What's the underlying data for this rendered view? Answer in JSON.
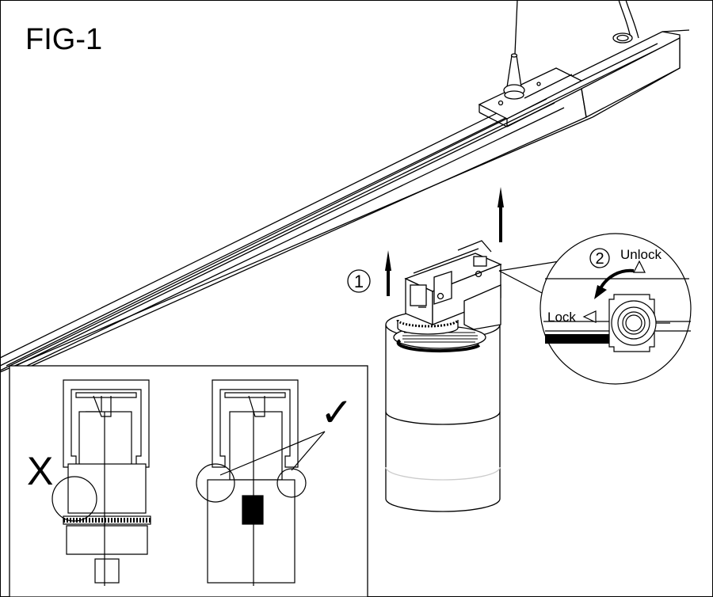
{
  "figure": {
    "title": "FIG-1",
    "steps": {
      "step1": "1",
      "step2": "2"
    },
    "labels": {
      "unlock": "Unlock",
      "lock": "Lock"
    },
    "marks": {
      "wrong": "X",
      "correct": "✓"
    }
  },
  "icons": {
    "up-arrow": "arrow-up-icon",
    "rotate-arrow": "rotate-arrow-icon",
    "lock-pointer": "triangle-pointer-icon"
  },
  "colors": {
    "line": "#000000",
    "background": "#ffffff",
    "shade": "#bbbbbb"
  }
}
